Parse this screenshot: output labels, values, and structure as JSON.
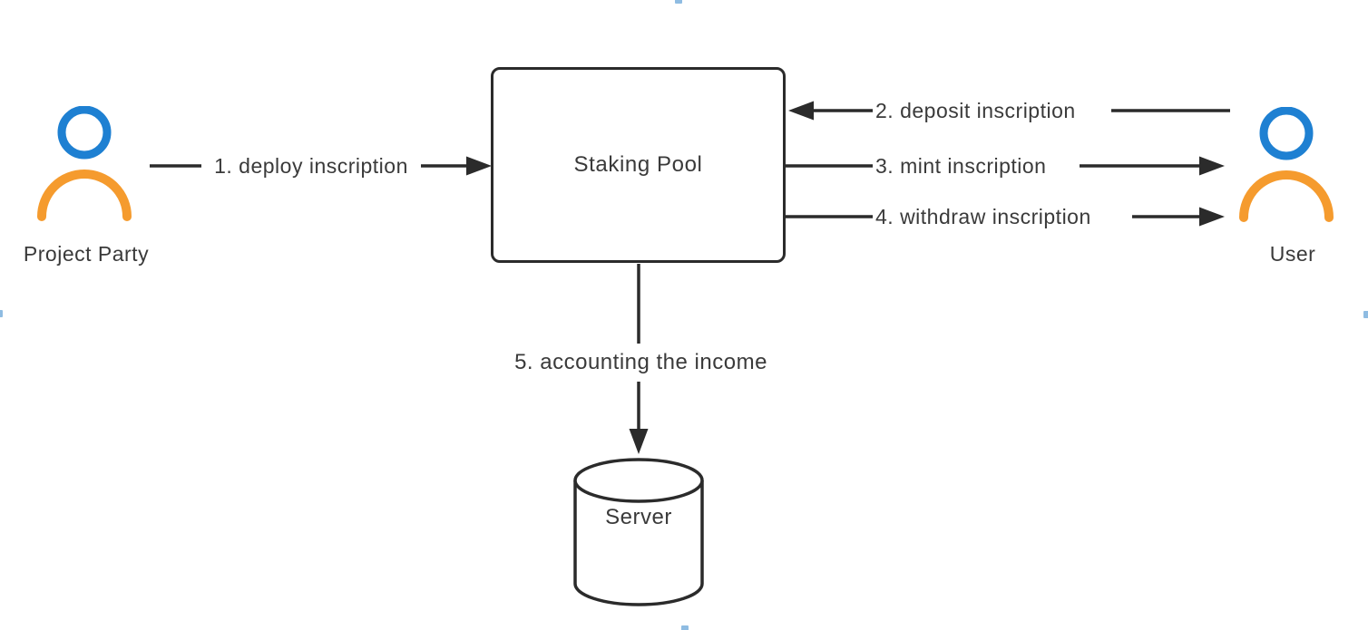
{
  "colors": {
    "stroke": "#2b2b2b",
    "text": "#3a3a3a",
    "person_head_blue": "#1e80d2",
    "person_body_orange": "#f59b2e",
    "selection_handle_blue": "#6aa5d8",
    "background": "#ffffff"
  },
  "nodes": {
    "project_party": {
      "label": "Project Party",
      "type": "person"
    },
    "staking_pool": {
      "label": "Staking Pool",
      "type": "rect"
    },
    "user": {
      "label": "User",
      "type": "person"
    },
    "server": {
      "label": "Server",
      "type": "database-cylinder"
    }
  },
  "edges": [
    {
      "id": 1,
      "label": "1. deploy inscription",
      "from": "project_party",
      "to": "staking_pool",
      "direction": "right"
    },
    {
      "id": 2,
      "label": "2. deposit inscription",
      "from": "user",
      "to": "staking_pool",
      "direction": "left"
    },
    {
      "id": 3,
      "label": "3. mint inscription",
      "from": "staking_pool",
      "to": "user",
      "direction": "right"
    },
    {
      "id": 4,
      "label": "4. withdraw inscription",
      "from": "staking_pool",
      "to": "user",
      "direction": "right"
    },
    {
      "id": 5,
      "label": "5. accounting the income",
      "from": "staking_pool",
      "to": "server",
      "direction": "down"
    }
  ]
}
